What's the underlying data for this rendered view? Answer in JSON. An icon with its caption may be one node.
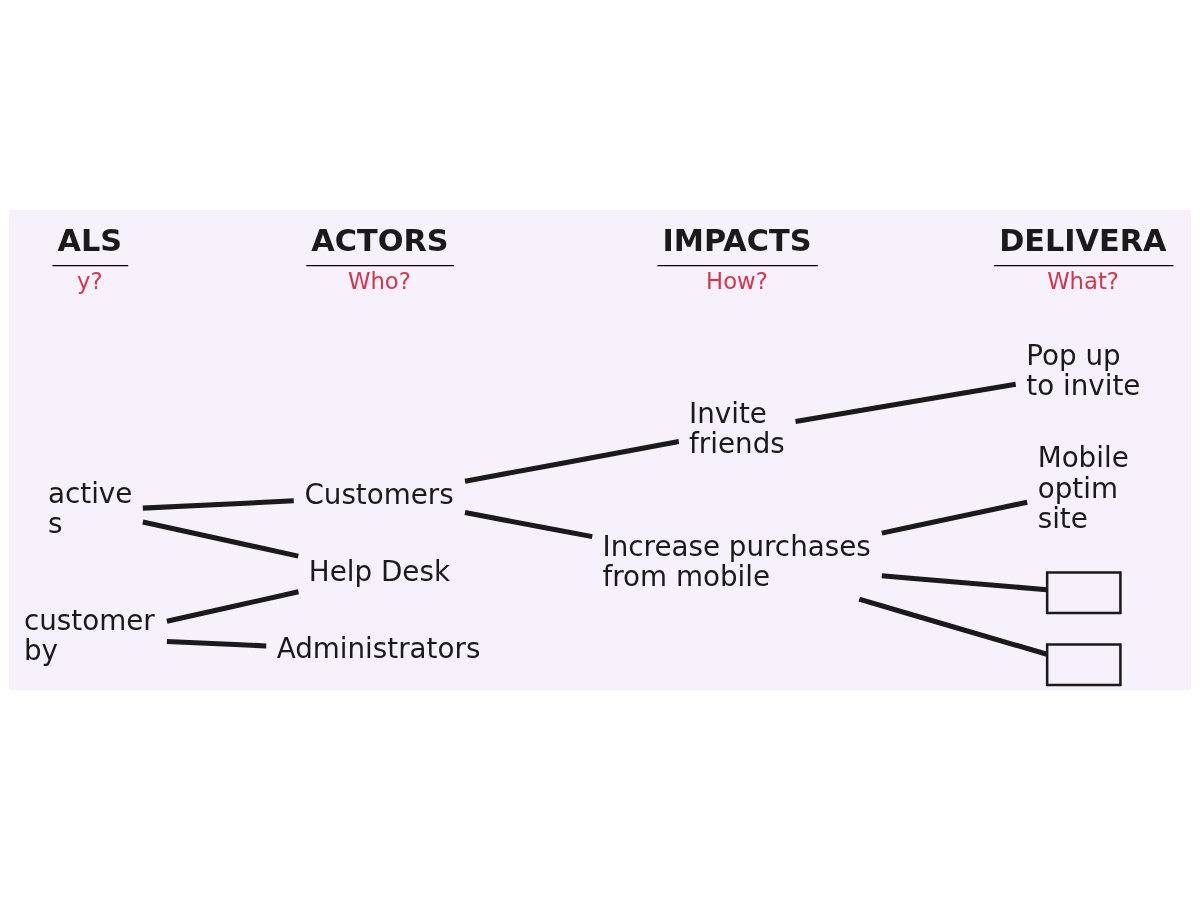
{
  "diagram": {
    "nodes": [
      {
        "text": [
          "active s"
        ]
      },
      {
        "text": [
          "customer by"
        ]
      },
      {
        "text": [
          "Customers"
        ]
      },
      {
        "text": [
          "Help Desk"
        ]
      },
      {
        "text": [
          "Administrators"
        ]
      },
      {
        "text": [
          "Invite friends"
        ]
      },
      {
        "text": [
          "Increase purchases from mobile"
        ]
      },
      {
        "text": [
          "Pop up to invite"
        ]
      },
      {
        "text": [
          "Mobile optim site"
        ]
      },
      {
        "text": [],
        "shape": "box"
      },
      {
        "text": [],
        "shape": "box"
      }
    ],
    "edges": [
      {
        "from": 0,
        "to": 2,
        "arrow": "none"
      },
      {
        "from": 0,
        "to": 3,
        "arrow": "none"
      },
      {
        "from": 1,
        "to": 3,
        "arrow": "none"
      },
      {
        "from": 1,
        "to": 4,
        "arrow": "none"
      },
      {
        "from": 2,
        "to": 5,
        "arrow": "none"
      },
      {
        "from": 2,
        "to": 6,
        "arrow": "none"
      },
      {
        "from": 5,
        "to": 7,
        "arrow": "none"
      },
      {
        "from": 6,
        "to": 8,
        "arrow": "none"
      },
      {
        "from": 6,
        "to": 9,
        "arrow": "none"
      },
      {
        "from": 6,
        "to": 10,
        "arrow": "none"
      }
    ],
    "labels": [
      "ALS",
      "y?",
      "ACTORS",
      "Who?",
      "IMPACTS",
      "How?",
      "DELIVERA",
      "What?"
    ]
  }
}
